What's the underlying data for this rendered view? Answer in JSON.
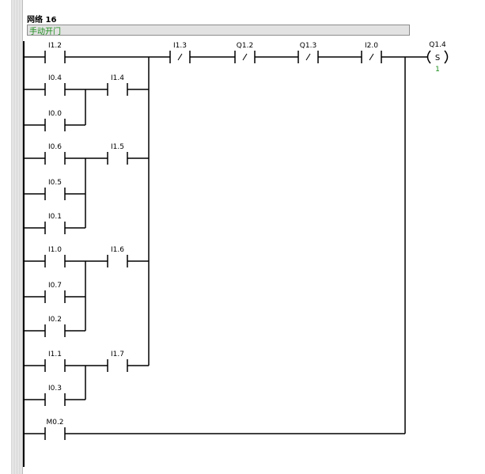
{
  "network": {
    "title": "网络 16",
    "comment": "手动开门"
  },
  "contacts": [
    {
      "id": "c_i12",
      "label": "I1.2",
      "type": "NO"
    },
    {
      "id": "c_i04",
      "label": "I0.4",
      "type": "NO"
    },
    {
      "id": "c_i14",
      "label": "I1.4",
      "type": "NO"
    },
    {
      "id": "c_i00",
      "label": "I0.0",
      "type": "NO"
    },
    {
      "id": "c_i06",
      "label": "I0.6",
      "type": "NO"
    },
    {
      "id": "c_i15",
      "label": "I1.5",
      "type": "NO"
    },
    {
      "id": "c_i05",
      "label": "I0.5",
      "type": "NO"
    },
    {
      "id": "c_i01",
      "label": "I0.1",
      "type": "NO"
    },
    {
      "id": "c_i10",
      "label": "I1.0",
      "type": "NO"
    },
    {
      "id": "c_i16",
      "label": "I1.6",
      "type": "NO"
    },
    {
      "id": "c_i07",
      "label": "I0.7",
      "type": "NO"
    },
    {
      "id": "c_i02",
      "label": "I0.2",
      "type": "NO"
    },
    {
      "id": "c_i11",
      "label": "I1.1",
      "type": "NO"
    },
    {
      "id": "c_i17",
      "label": "I1.7",
      "type": "NO"
    },
    {
      "id": "c_i03",
      "label": "I0.3",
      "type": "NO"
    },
    {
      "id": "c_m02",
      "label": "M0.2",
      "type": "NO"
    },
    {
      "id": "c_i13",
      "label": "I1.3",
      "type": "NC"
    },
    {
      "id": "c_q12",
      "label": "Q1.2",
      "type": "NC"
    },
    {
      "id": "c_q13",
      "label": "Q1.3",
      "type": "NC"
    },
    {
      "id": "c_i20",
      "label": "I2.0",
      "type": "NC"
    }
  ],
  "coil": {
    "label": "Q1.4",
    "instruction": "S",
    "parameter": "1"
  }
}
